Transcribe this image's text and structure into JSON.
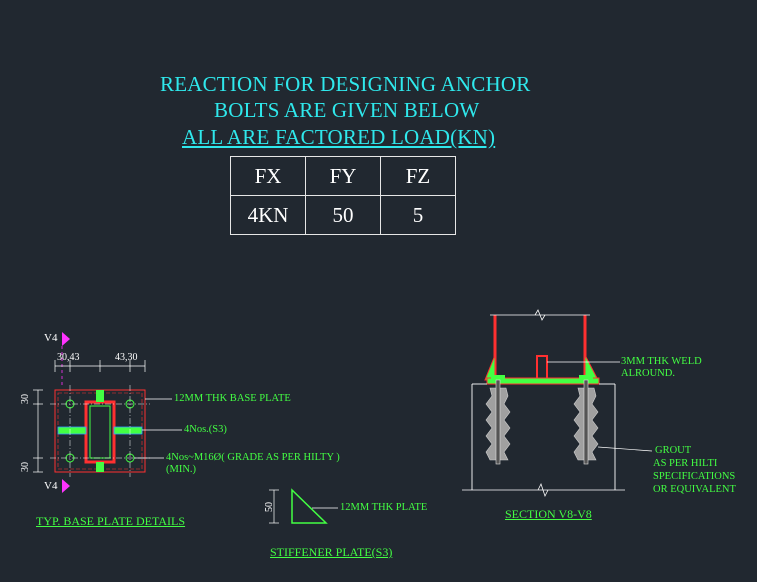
{
  "heading": {
    "line1": "REACTION FOR DESIGNING ANCHOR",
    "line2": "BOLTS ARE GIVEN BELOW",
    "line3": "ALL ARE FACTORED LOAD(KN)"
  },
  "loads_table": {
    "headers": [
      "FX",
      "FY",
      "FZ"
    ],
    "values": [
      "4KN",
      "50",
      "5"
    ]
  },
  "base_plate": {
    "view_tag_top": "V4",
    "view_tag_bottom": "V4",
    "dim_top_left": "30,43",
    "dim_top_right": "43,30",
    "dim_left_top": "30",
    "dim_left_bottom": "30",
    "label_plate": "12MM THK BASE PLATE",
    "label_stiffener": "4Nos.(S3)",
    "label_bolts_line1": "4Nos~M16Ø( GRADE AS PER HILTY )",
    "label_bolts_line2": "(MIN.)",
    "caption": "TYP. BASE PLATE DETAILS"
  },
  "stiffener": {
    "dim": "50",
    "label": "12MM THK PLATE",
    "caption": "STIFFENER PLATE(S3)"
  },
  "section": {
    "label_weld_line1": "3MM THK WELD",
    "label_weld_line2": "ALROUND.",
    "label_grout_line1": "GROUT",
    "label_grout_line2": "AS PER HILTI",
    "label_grout_line3": "SPECIFICATIONS",
    "label_grout_line4": "OR EQUIVALENT",
    "caption": "SECTION V8-V8"
  },
  "colors": {
    "background": "#212830",
    "title": "#2fe8ec",
    "annotation": "#43ff43",
    "outline": "#ff3030",
    "marker": "#ff33ff",
    "table_text": "#ffffff"
  }
}
